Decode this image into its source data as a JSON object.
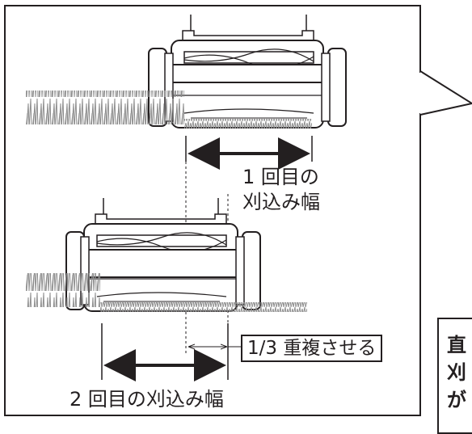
{
  "labels": {
    "first_pass_line1": "1 回目の",
    "first_pass_line2": "刈込み幅",
    "overlap": "1/3 重複させる",
    "second_pass": "2 回目の刈込み幅"
  },
  "note": {
    "line1": "直",
    "line2": "刈",
    "line3": "が"
  },
  "colors": {
    "ink": "#231f20",
    "grass": "#9a9a9a",
    "background": "#ffffff"
  }
}
